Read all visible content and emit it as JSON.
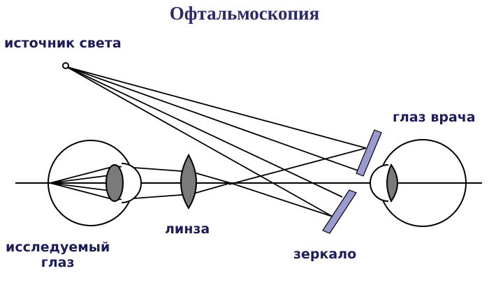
{
  "title": "Офтальмоскопия",
  "labels": {
    "light_source": "источник света",
    "doctor_eye": "глаз врача",
    "lens": "линза",
    "mirror": "зеркало",
    "patient_eye_line1": "исследуемый",
    "patient_eye_line2": "глаз"
  },
  "colors": {
    "text": "#1c1c58",
    "title": "#2b2b6b",
    "lines": "#000000",
    "lens_fill": "#7a7a7a",
    "mirror_fill": "#9a9ad0"
  }
}
